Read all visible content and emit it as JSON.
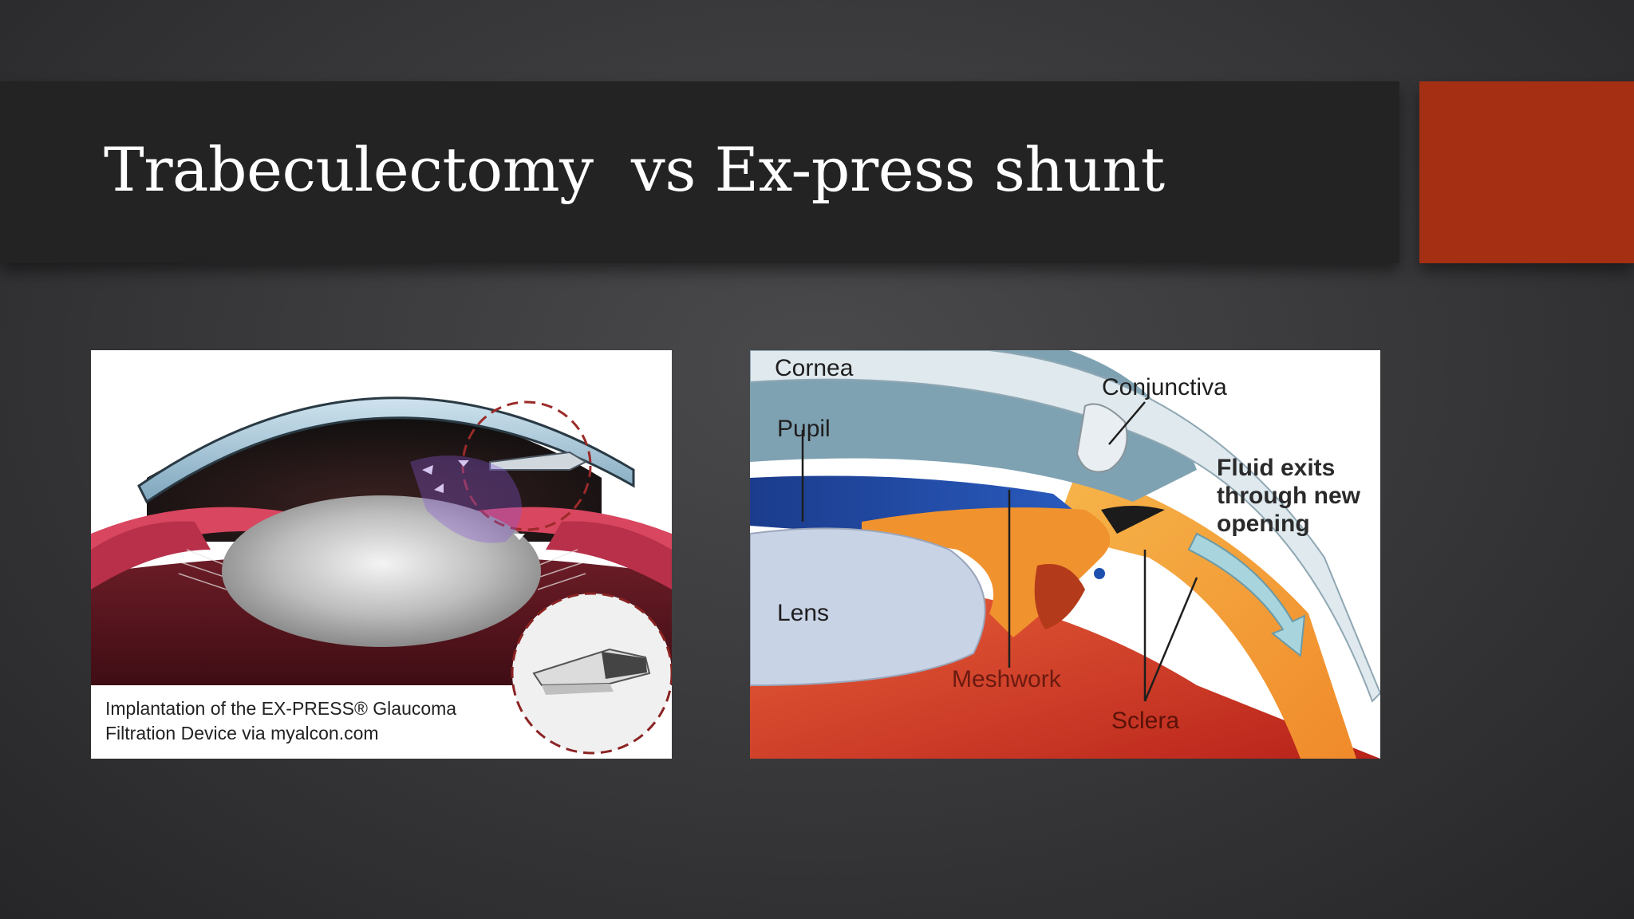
{
  "slide": {
    "title": "Trabeculectomy  vs Ex-press shunt"
  },
  "figure_left": {
    "caption": "Implantation of the EX-PRESS® Glaucoma Filtration Device via myalcon.com"
  },
  "figure_right": {
    "labels": {
      "cornea": "Cornea",
      "pupil": "Pupil",
      "lens": "Lens",
      "conjunctiva": "Conjunctiva",
      "fluid": "Fluid exits\nthrough new\nopening",
      "meshwork": "Meshwork",
      "sclera": "Sclera"
    }
  },
  "colors": {
    "accent": "#a42f12",
    "title_bar": "#232323"
  }
}
